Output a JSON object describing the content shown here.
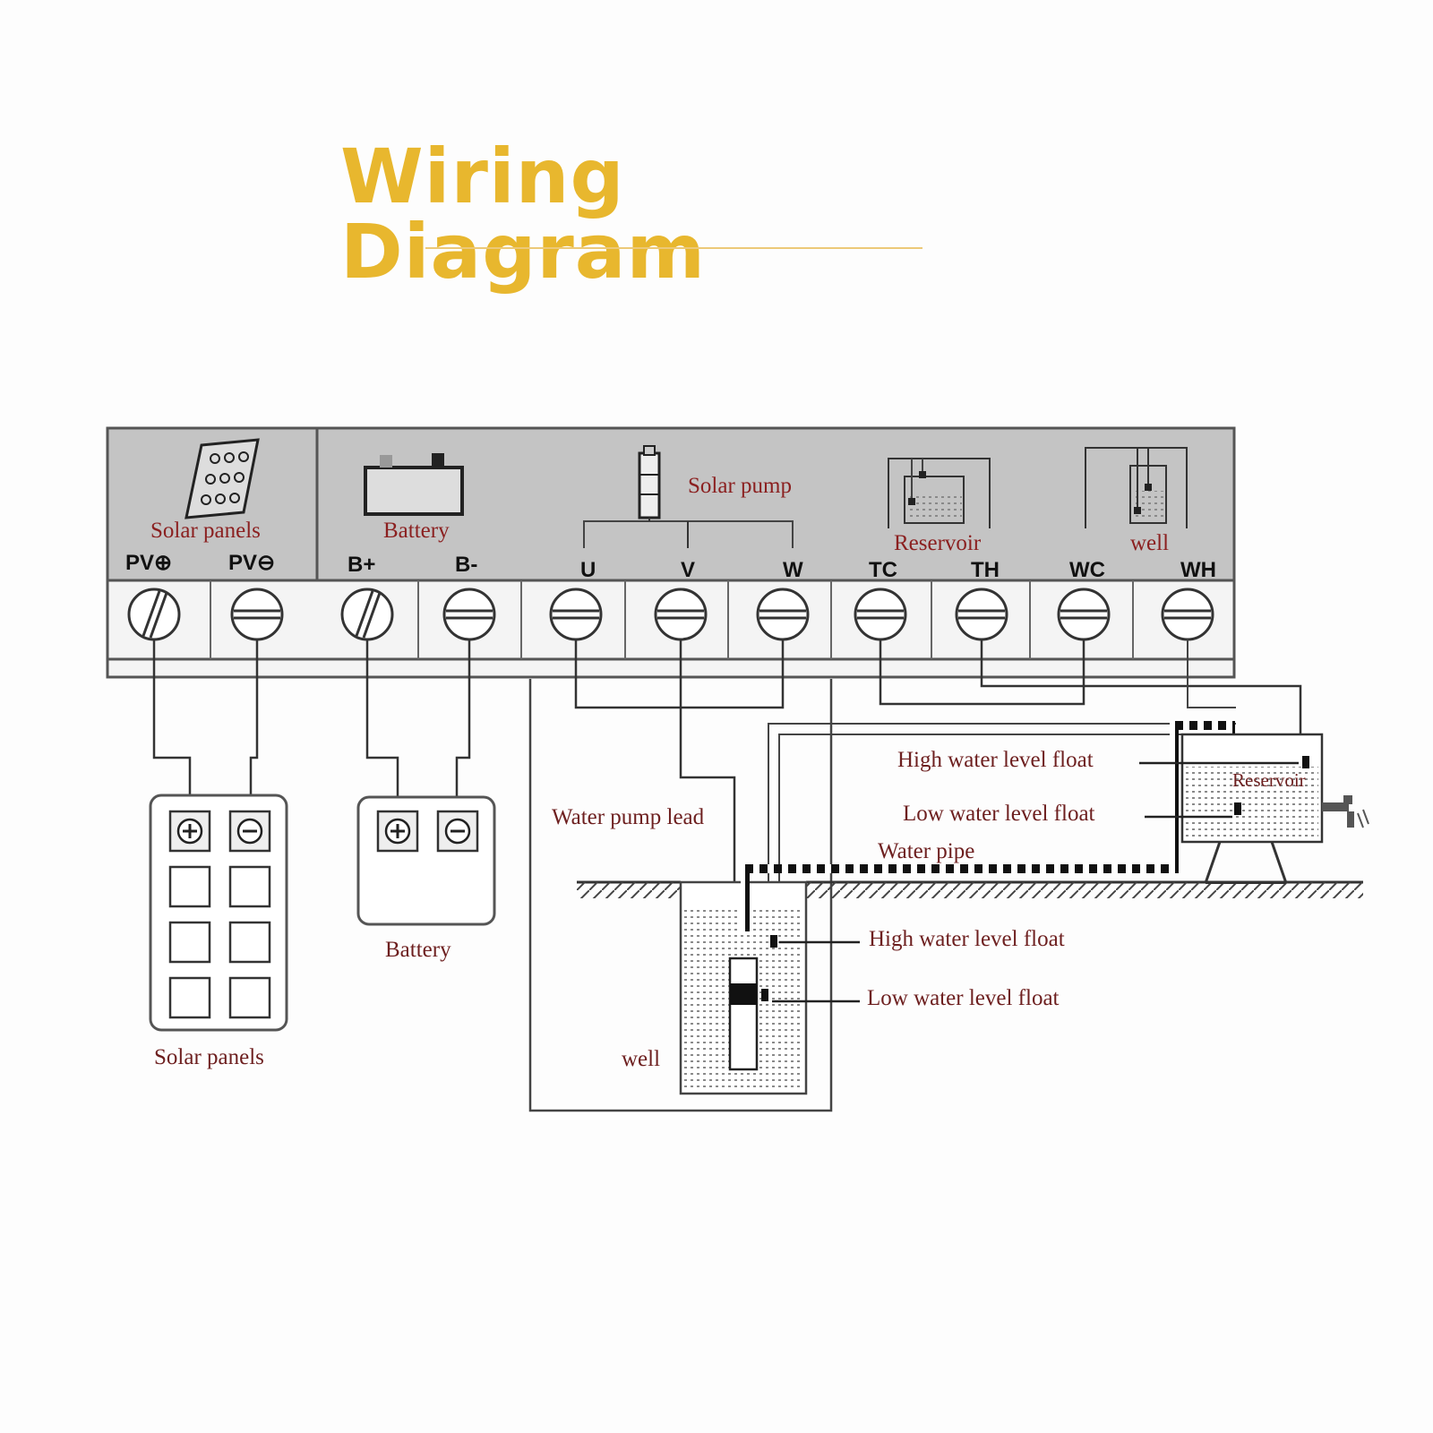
{
  "title": "Wiring Diagram",
  "controller": {
    "sections": {
      "solar_panels": "Solar panels",
      "battery": "Battery",
      "solar_pump": "Solar pump",
      "reservoir": "Reservoir",
      "well": "well"
    },
    "terminals": [
      "PV⊕",
      "PV⊖",
      "B+",
      "B-",
      "U",
      "V",
      "W",
      "TC",
      "TH",
      "WC",
      "WH"
    ]
  },
  "components": {
    "solar_panels_label": "Solar panels",
    "battery_label": "Battery",
    "well_label": "well",
    "reservoir_label": "Reservoir"
  },
  "annotations": {
    "water_pump_lead": "Water pump lead",
    "water_pipe": "Water pipe",
    "reservoir_high": "High water level float",
    "reservoir_low": "Low water level float",
    "well_high": "High water level float",
    "well_low": "Low water level float"
  },
  "colors": {
    "title": "#e8b72e",
    "label_text": "#8b2020",
    "panel_fill": "#c4c4c4"
  }
}
